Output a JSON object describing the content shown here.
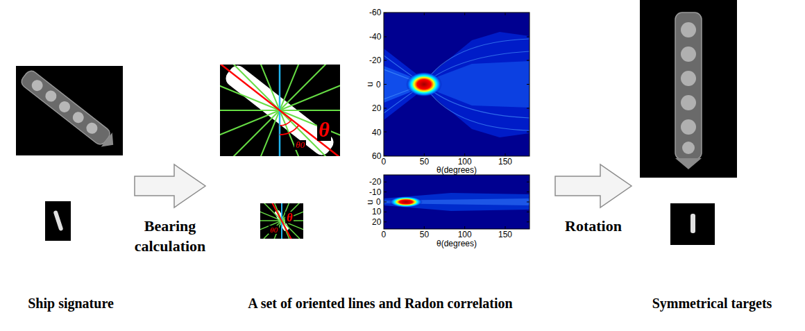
{
  "diagram": {
    "nodes": [
      {
        "text": [
          "Ship signature"
        ]
      },
      {
        "text": [
          "A set of oriented lines and Radon correlation"
        ]
      },
      {
        "text": [
          "Symmetrical targets"
        ]
      }
    ],
    "edges": [
      {
        "from": 0,
        "to": 1,
        "arrow": "to",
        "label": "Bearing calculation"
      },
      {
        "from": 1,
        "to": 2,
        "arrow": "to",
        "label": "Rotation"
      }
    ],
    "labels": [
      "θ",
      "θ0",
      "θ",
      "θ0",
      "-60",
      "-40",
      "-20",
      "0",
      "20",
      "40",
      "60",
      "u",
      "0",
      "50",
      "100",
      "150",
      "θ(degrees)",
      "-20",
      "-10",
      "0",
      "10",
      "20",
      "u",
      "0",
      "50",
      "100",
      "150",
      "θ(degrees)"
    ]
  }
}
